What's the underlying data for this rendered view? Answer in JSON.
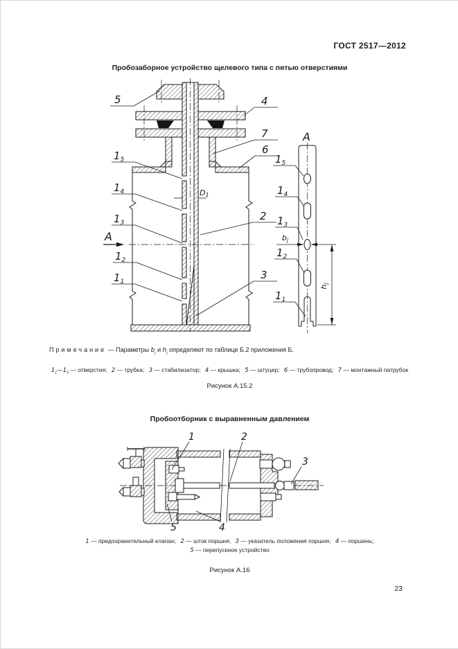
{
  "page": {
    "header": "ГОСТ 2517—2012",
    "page_number": "23",
    "ink": "#1a1a1a",
    "paper": "#ffffff"
  },
  "figure1": {
    "title": "Пробозаборное устройство щелевого типа с пятью отверстиями",
    "caption": "Рисунок А.15.2",
    "note": {
      "label": "Примечание",
      "dash": "—",
      "t1": "Параметры",
      "v1": "b",
      "v1sub": "j",
      "t2": "и",
      "v2": "h",
      "v2sub": "j",
      "t3": "определяют по таблице Б.2 приложения Б."
    },
    "legend": [
      {
        "n1": "1",
        "s1": "1",
        "n2": "—1",
        "s2": "5",
        "text": "— отверстия;"
      },
      {
        "num": "2",
        "text": "— трубка;"
      },
      {
        "num": "3",
        "text": "— стабилизатор;"
      },
      {
        "num": "4",
        "text": "— крышка;"
      },
      {
        "num": "5",
        "text": "— штуцер;"
      },
      {
        "num": "6",
        "text": "— трубопровод;"
      },
      {
        "num": "7",
        "text": "— монтажный патрубок"
      }
    ],
    "callouts": {
      "c2": "2",
      "c3": "3",
      "c4": "4",
      "c5": "5",
      "c6": "6",
      "c7": "7",
      "p1": "1",
      "p1s": "1",
      "p2": "1",
      "p2s": "2",
      "p3": "1",
      "p3s": "3",
      "p4": "1",
      "p4s": "4",
      "p5": "1",
      "p5s": "5",
      "view": "А",
      "dim_d": "D",
      "dim_dsub": "1",
      "dim_b": "b",
      "dim_bsub": "j",
      "dim_h": "h",
      "dim_hsub": "j"
    }
  },
  "figure2": {
    "title": "Пробоотборник с выравненным давлением",
    "caption": "Рисунок А.16",
    "legend_line1": [
      {
        "num": "1",
        "text": "— предохранительный клапан;"
      },
      {
        "num": "2",
        "text": "— шток поршня;"
      },
      {
        "num": "3",
        "text": "— указатель положения поршня;"
      },
      {
        "num": "4",
        "text": "— поршень;"
      }
    ],
    "legend_line2": [
      {
        "num": "5",
        "text": "— перепускное устройство"
      }
    ],
    "callouts": {
      "c1": "1",
      "c2": "2",
      "c3": "3",
      "c4": "4",
      "c5": "5"
    }
  }
}
